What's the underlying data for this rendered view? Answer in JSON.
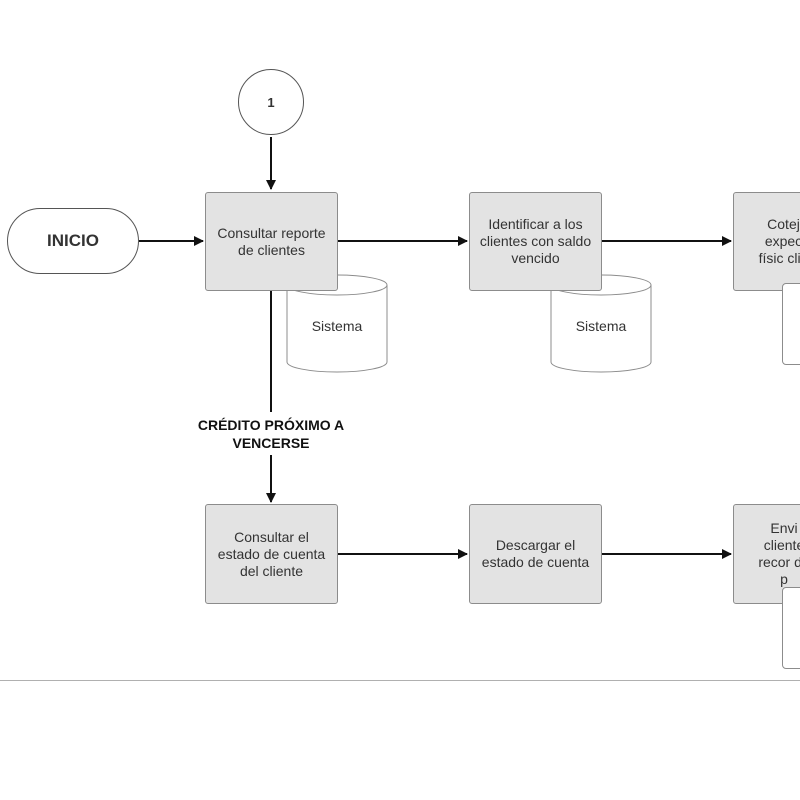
{
  "start": {
    "label": "INICIO"
  },
  "connector": {
    "label": "1"
  },
  "row1": [
    {
      "label": "Consultar reporte de clientes"
    },
    {
      "label": "Identificar a los clientes con saldo vencido"
    },
    {
      "label": "Cotej expec físic clie"
    }
  ],
  "databases": [
    {
      "label": "Sistema"
    },
    {
      "label": "Sistema"
    }
  ],
  "condition": {
    "label": "CRÉDITO PRÓXIMO A VENCERSE"
  },
  "row2": [
    {
      "label": "Consultar el estado de cuenta del cliente"
    },
    {
      "label": "Descargar el estado de cuenta"
    },
    {
      "label": "Envi cliente recor de p"
    }
  ]
}
